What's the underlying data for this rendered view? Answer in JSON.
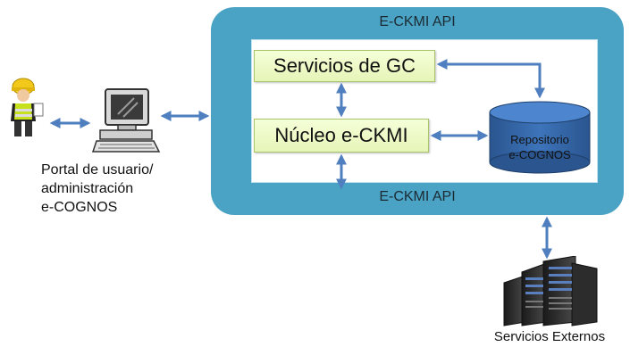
{
  "api": {
    "top_label": "E-CKMI API",
    "bottom_label": "E-CKMI API"
  },
  "modules": {
    "servicios_gc": "Servicios de GC",
    "nucleo": "Núcleo e-CKMI"
  },
  "repository": {
    "line1": "Repositorio",
    "line2": "e-COGNOS"
  },
  "portal": {
    "line1": "Portal de usuario/",
    "line2": "administración",
    "line3": "e-COGNOS"
  },
  "external": {
    "label": "Servicios Externos"
  },
  "icons": {
    "user": "construction-worker-icon",
    "computer": "desktop-computer-icon",
    "servers": "server-rack-icon",
    "database": "database-cylinder-icon"
  },
  "colors": {
    "api_panel": "#4aa3c4",
    "arrow": "#4f7fbf",
    "module_fill": "#e9f7c0",
    "database": "#2f5f9e"
  }
}
